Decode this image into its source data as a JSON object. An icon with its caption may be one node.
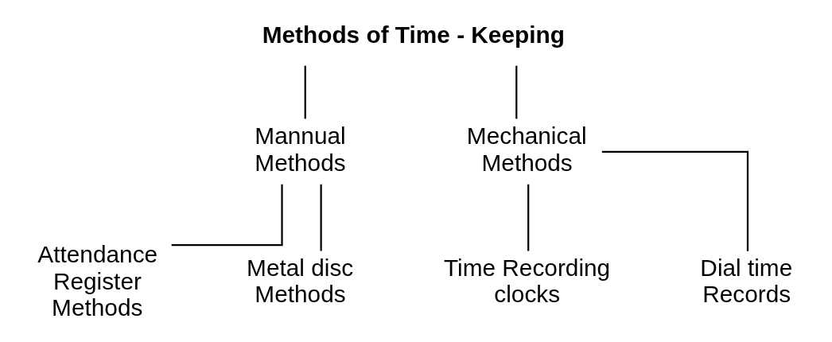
{
  "diagram": {
    "nodes": [
      {
        "text": [
          "Methods of Time - Keeping"
        ]
      },
      {
        "text": [
          "Mannual Methods"
        ]
      },
      {
        "text": [
          "Mechanical Methods"
        ]
      },
      {
        "text": [
          "Attendance Register Methods"
        ]
      },
      {
        "text": [
          "Metal disc Methods"
        ]
      },
      {
        "text": [
          "Time Recording clocks"
        ]
      },
      {
        "text": [
          "Dial time Records"
        ]
      }
    ],
    "edges": [
      {
        "from": 0,
        "to": 1,
        "arrow": "none"
      },
      {
        "from": 0,
        "to": 2,
        "arrow": "none"
      },
      {
        "from": 1,
        "to": 3,
        "arrow": "none"
      },
      {
        "from": 1,
        "to": 4,
        "arrow": "none"
      },
      {
        "from": 2,
        "to": 5,
        "arrow": "none"
      },
      {
        "from": 2,
        "to": 6,
        "arrow": "none"
      }
    ]
  }
}
